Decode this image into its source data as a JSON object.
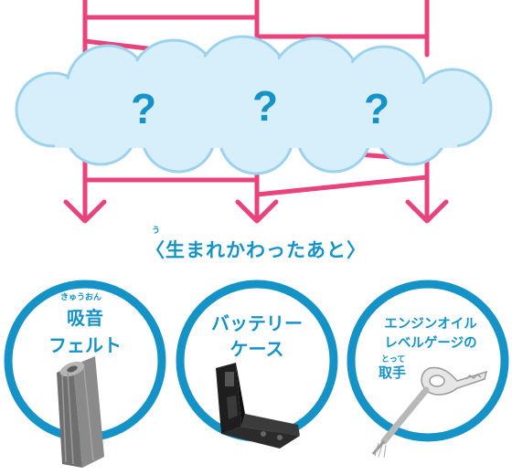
{
  "colors": {
    "line": "#e8437a",
    "cloud_fill": "#d6effa",
    "cloud_stroke": "#9dd2ee",
    "accent": "#1593c7",
    "circle_ring": "#1593c7"
  },
  "cloud": {
    "marks": [
      "?",
      "?",
      "?"
    ]
  },
  "heading": {
    "text": "〈生まれかわったあと〉",
    "ruby": "う"
  },
  "items": [
    {
      "ruby": "きゅうおん",
      "line1": "吸音",
      "line2": "フェルト",
      "icon": "felt-roll-icon"
    },
    {
      "line1": "バッテリー",
      "line2": "ケース",
      "icon": "battery-case-icon"
    },
    {
      "line1": "エンジンオイル",
      "line2": "レベルゲージの",
      "ruby": "とって",
      "line3": "取手",
      "icon": "oil-gauge-handle-icon"
    }
  ]
}
